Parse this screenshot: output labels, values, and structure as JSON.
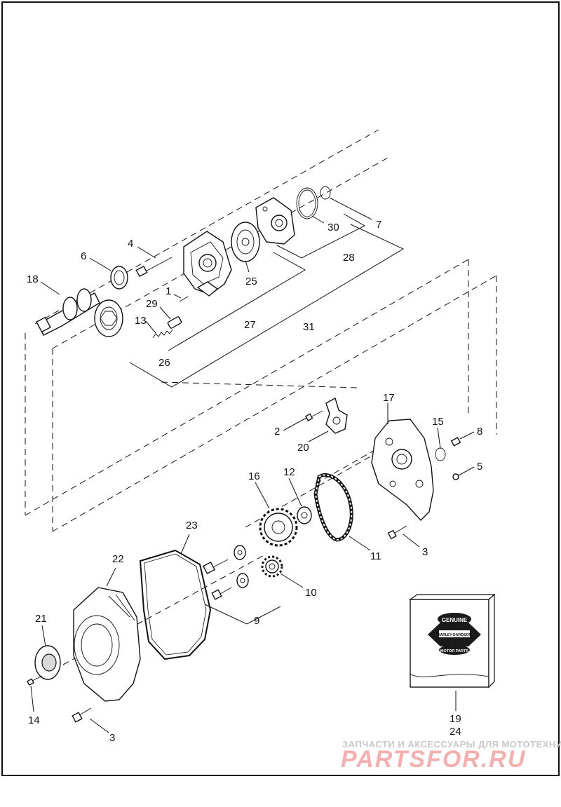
{
  "diagram": {
    "callouts": [
      {
        "id": "c1",
        "label": "1"
      },
      {
        "id": "c2",
        "label": "2"
      },
      {
        "id": "c3a",
        "label": "3"
      },
      {
        "id": "c3b",
        "label": "3"
      },
      {
        "id": "c4",
        "label": "4"
      },
      {
        "id": "c5",
        "label": "5"
      },
      {
        "id": "c6",
        "label": "6"
      },
      {
        "id": "c7",
        "label": "7"
      },
      {
        "id": "c8",
        "label": "8"
      },
      {
        "id": "c9",
        "label": "9"
      },
      {
        "id": "c10",
        "label": "10"
      },
      {
        "id": "c11",
        "label": "11"
      },
      {
        "id": "c12",
        "label": "12"
      },
      {
        "id": "c13",
        "label": "13"
      },
      {
        "id": "c14",
        "label": "14"
      },
      {
        "id": "c15",
        "label": "15"
      },
      {
        "id": "c16",
        "label": "16"
      },
      {
        "id": "c17",
        "label": "17"
      },
      {
        "id": "c18",
        "label": "18"
      },
      {
        "id": "c19",
        "label": "19"
      },
      {
        "id": "c20",
        "label": "20"
      },
      {
        "id": "c21",
        "label": "21"
      },
      {
        "id": "c22",
        "label": "22"
      },
      {
        "id": "c23",
        "label": "23"
      },
      {
        "id": "c24",
        "label": "24"
      },
      {
        "id": "c25",
        "label": "25"
      },
      {
        "id": "c26",
        "label": "26"
      },
      {
        "id": "c27",
        "label": "27"
      },
      {
        "id": "c28",
        "label": "28"
      },
      {
        "id": "c29",
        "label": "29"
      },
      {
        "id": "c30",
        "label": "30"
      },
      {
        "id": "c31",
        "label": "31"
      }
    ]
  },
  "parts_box": {
    "logo_line1": "GENUINE",
    "logo_line2": "HARLEY-DAVIDSON",
    "logo_line3": "MOTOR PARTS"
  },
  "watermark": {
    "tagline": "ЗАПЧАСТИ И АКСЕССУАРЫ ДЛЯ МОТОТЕХНИКИ",
    "brand": "PARTSFOR.RU"
  }
}
